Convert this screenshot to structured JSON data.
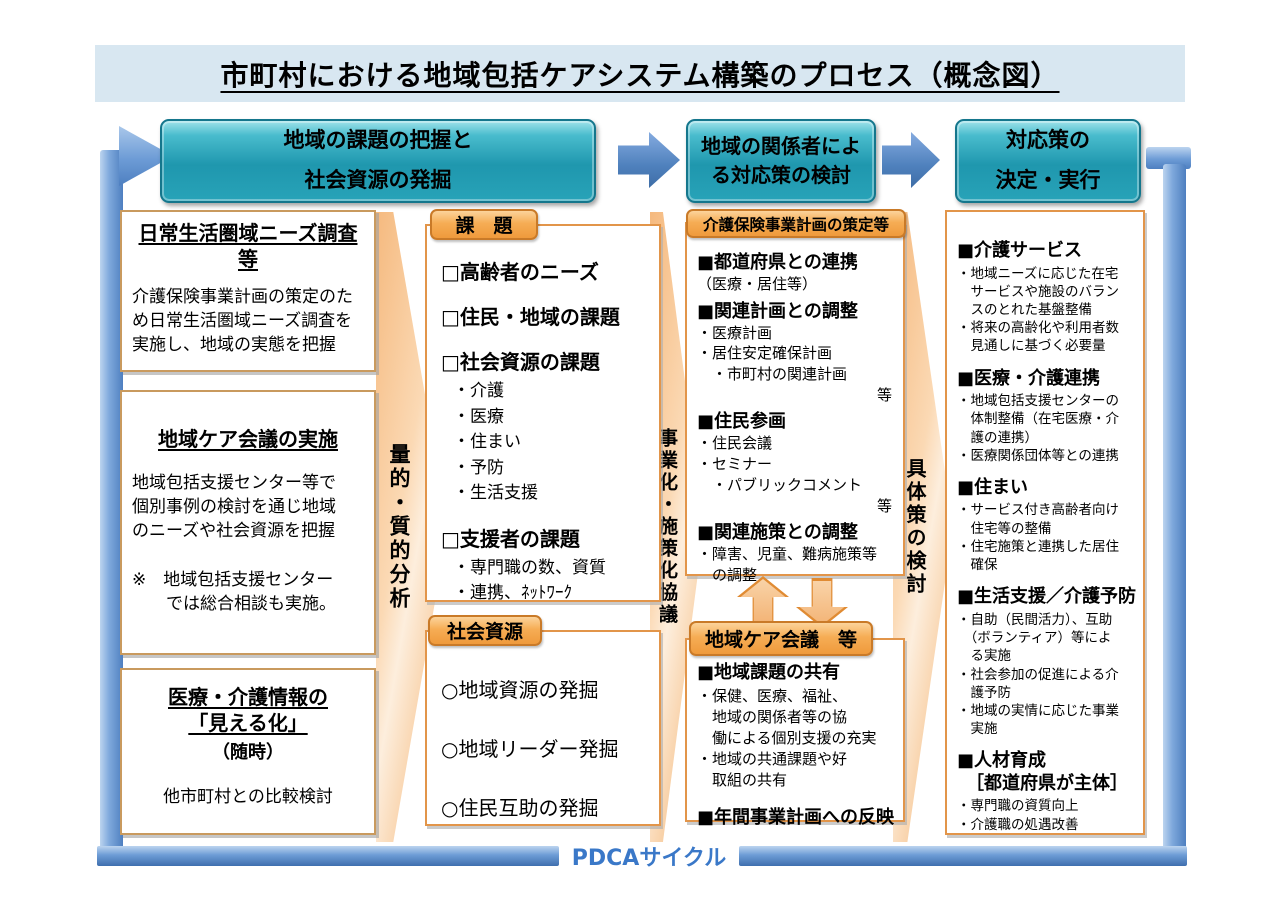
{
  "title": "市町村における地域包括ケアシステム構築のプロセス（概念図）",
  "process": {
    "steps": [
      "地域の課題の把握と\n社会資源の発掘",
      "地域の関係者によ\nる対応策の検討",
      "対応策の\n決定・実行"
    ]
  },
  "left_boxes": [
    {
      "title": "日常生活圏域ニーズ調査等",
      "body": "介護保険事業計画の策定のた\nめ日常生活圏域ニーズ調査を\n実施し、地域の実態を把握"
    },
    {
      "title": "地域ケア会議の実施",
      "body": "地域包括支援センター等で\n個別事例の検討を通じ地域\nのニーズや社会資源を把握",
      "note": "※　地域包括支援センター\n　　では総合相談も実施。"
    },
    {
      "title": "医療・介護情報の\n「見える化」",
      "subtitle": "（随時）",
      "body": "他市町村との比較検討"
    }
  ],
  "bands": [
    "量的・質的分析",
    "事業化・施策化協議",
    "具体策の検討"
  ],
  "issues": {
    "tab": "課　題",
    "items": [
      {
        "head": "□高齢者のニーズ"
      },
      {
        "head": "□住民・地域の課題"
      },
      {
        "head": "□社会資源の課題",
        "subs": "・介護\n・医療\n・住まい\n・予防\n・生活支援"
      },
      {
        "head": "□支援者の課題",
        "subs": "・専門職の数、資質\n・連携、ﾈｯﾄﾜｰｸ"
      }
    ]
  },
  "resources": {
    "tab": "社会資源",
    "items": [
      "○地域資源の発掘",
      "○地域リーダー発掘",
      "○住民互助の発掘"
    ]
  },
  "plan": {
    "tab": "介護保険事業計画の策定等",
    "sections": [
      {
        "head": "■都道府県との連携",
        "body": "（医療・居住等）"
      },
      {
        "head": "■関連計画との調整",
        "body": "・医療計画\n・居住安定確保計画\n　・市町村の関連計画\n　　　　　　　　　　　　等"
      },
      {
        "head": "■住民参画",
        "body": "・住民会議\n・セミナー\n　・パブリックコメント\n　　　　　　　　　　　　等"
      },
      {
        "head": "■関連施策との調整",
        "body": "・障害、児童、難病施策等\n　の調整"
      }
    ]
  },
  "care": {
    "tab": "地域ケア会議　等",
    "sections": [
      {
        "head": "■地域課題の共有",
        "body": "・保健、医療、福祉、\n　地域の関係者等の協\n　働による個別支援の充実\n・地域の共通課題や好\n　取組の共有"
      },
      {
        "head": "■年間事業計画への反映"
      }
    ]
  },
  "measures": {
    "sections": [
      {
        "head": "■介護サービス",
        "body": "・地域ニーズに応じた在宅\n　サービスや施設のバラン\n　スのとれた基盤整備\n・将来の高齢化や利用者数\n　見通しに基づく必要量"
      },
      {
        "head": "■医療・介護連携",
        "body": "・地域包括支援センターの\n　体制整備（在宅医療・介\n　護の連携）\n・医療関係団体等との連携"
      },
      {
        "head": "■住まい",
        "body": "・サービス付き高齢者向け\n　住宅等の整備\n・住宅施策と連携した居住\n　確保"
      },
      {
        "head": "■生活支援／介護予防",
        "body": "・自助（民間活力）、互助\n　（ボランティア）等によ\n　る実施\n・社会参加の促進による介\n　護予防\n・地域の実情に応じた事業\n　実施"
      },
      {
        "head": "■人材育成\n　［都道府県が主体］",
        "body": "・専門職の資質向上\n・介護職の処遇改善"
      }
    ]
  },
  "pdca": {
    "label": "PDCAサイクル"
  },
  "colors": {
    "teal_box": "#2BA6BC",
    "flow_arrow": "#4F81BD",
    "orange_tab": "#F2A24B",
    "orange_band": "#FACDA0",
    "frame_bar": "#6B9FD8",
    "pdca_text": "#3A78C8",
    "title_band_bg": "#D8E7F1"
  }
}
